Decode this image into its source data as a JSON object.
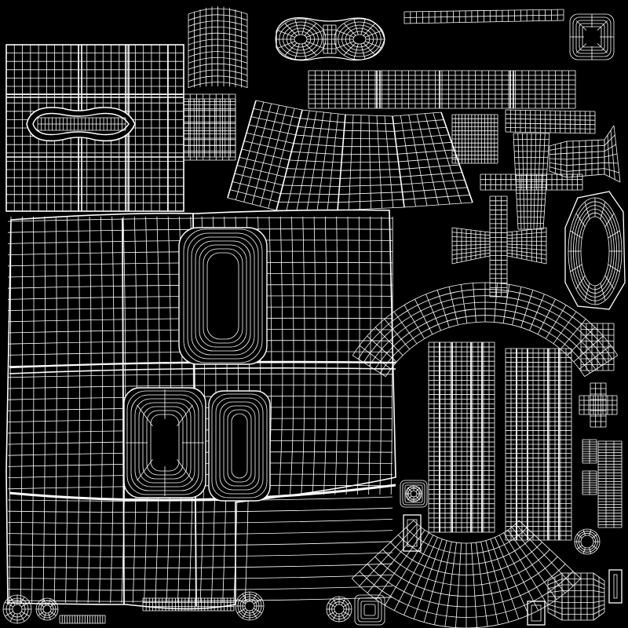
{
  "texture": {
    "background_color": "#000000",
    "wire_color": "#ffffff"
  },
  "islands": [
    {
      "name": "uv-island-top-left-panel"
    },
    {
      "name": "uv-island-curved-strip"
    },
    {
      "name": "uv-island-double-ring"
    },
    {
      "name": "uv-island-thin-bar"
    },
    {
      "name": "uv-island-small-frame"
    },
    {
      "name": "uv-island-long-strip"
    },
    {
      "name": "uv-island-side-connector"
    },
    {
      "name": "uv-island-pleated-skirt"
    },
    {
      "name": "uv-island-small-square"
    },
    {
      "name": "uv-island-cross-piece"
    },
    {
      "name": "uv-island-right-clamp"
    },
    {
      "name": "uv-island-oval-frame"
    },
    {
      "name": "uv-island-plus-bowtie"
    },
    {
      "name": "uv-island-arc-band"
    },
    {
      "name": "uv-island-main-body"
    },
    {
      "name": "uv-island-tall-strip-left"
    },
    {
      "name": "uv-island-tall-strip-right"
    },
    {
      "name": "uv-island-narrow-box"
    },
    {
      "name": "uv-island-small-cross"
    },
    {
      "name": "uv-island-ladder-pieces"
    },
    {
      "name": "uv-island-bottom-skirt"
    },
    {
      "name": "uv-island-bottom-clamp"
    },
    {
      "name": "uv-island-small-rings"
    }
  ]
}
